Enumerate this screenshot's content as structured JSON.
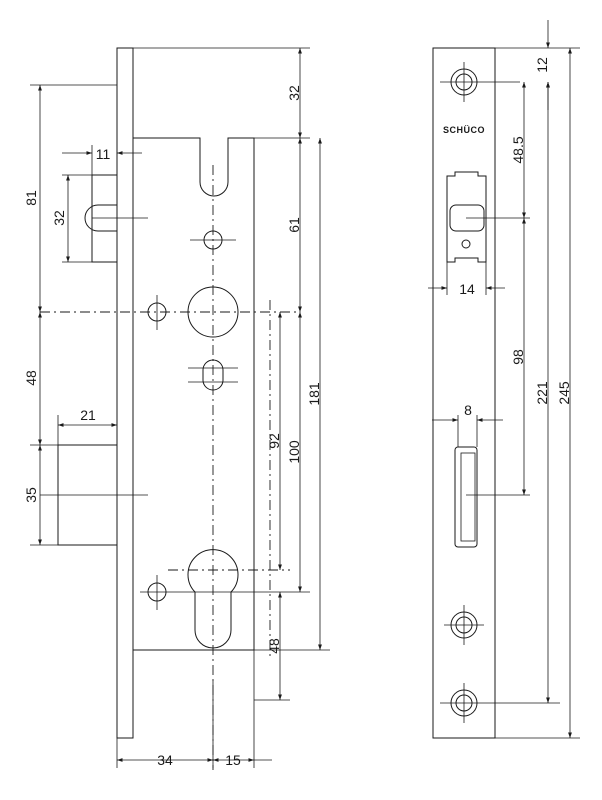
{
  "brand": "SCHÜCO",
  "dimensions": {
    "d32_top": "32",
    "d11": "11",
    "d81": "81",
    "d32_latch": "32",
    "d61": "61",
    "d48_mid": "48",
    "d181": "181",
    "d21": "21",
    "d92": "92",
    "d100": "100",
    "d35": "35",
    "d48_bot": "48",
    "d34": "34",
    "d15": "15",
    "d12": "12",
    "d48_5": "48.5",
    "d14": "14",
    "d98": "98",
    "d221": "221",
    "d245": "245",
    "d8": "8"
  }
}
